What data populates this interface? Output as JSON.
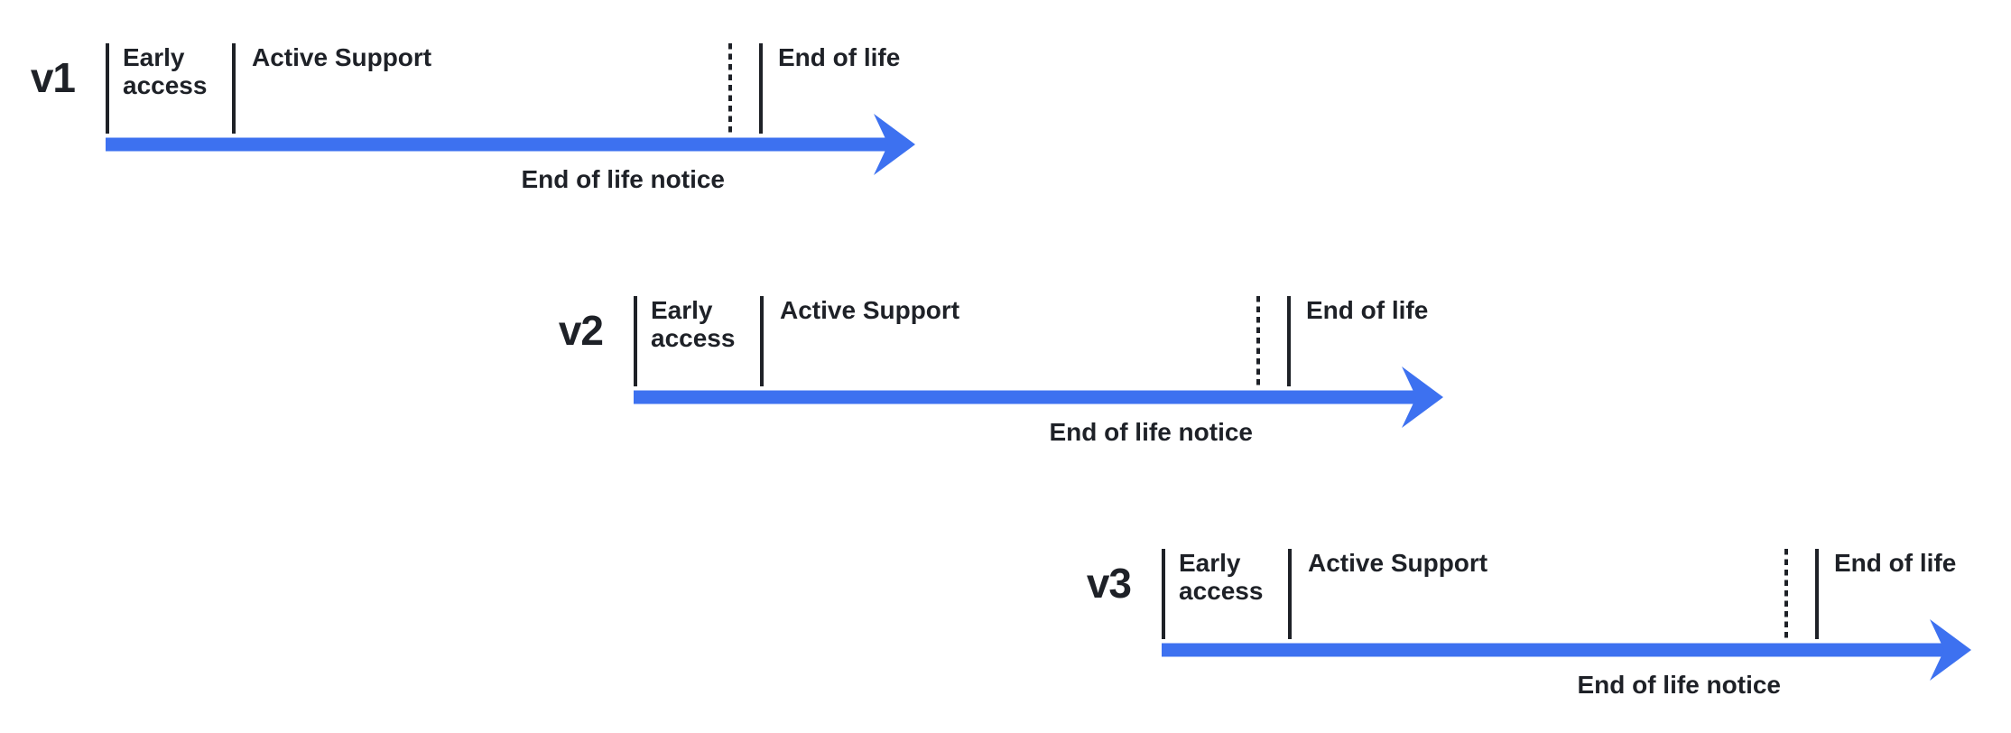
{
  "colors": {
    "timeline_blue": "#3D71F0",
    "ink": "#1E2127",
    "background": "#FFFFFF"
  },
  "timelines": [
    {
      "version": "v1",
      "labels": {
        "early_access": "Early\naccess",
        "active_support": "Active Support",
        "end_of_life": "End of life",
        "end_of_life_notice": "End of life notice"
      }
    },
    {
      "version": "v2",
      "labels": {
        "early_access": "Early\naccess",
        "active_support": "Active Support",
        "end_of_life": "End of life",
        "end_of_life_notice": "End of life notice"
      }
    },
    {
      "version": "v3",
      "labels": {
        "early_access": "Early\naccess",
        "active_support": "Active Support",
        "end_of_life": "End of life",
        "end_of_life_notice": "End of life notice"
      }
    }
  ]
}
